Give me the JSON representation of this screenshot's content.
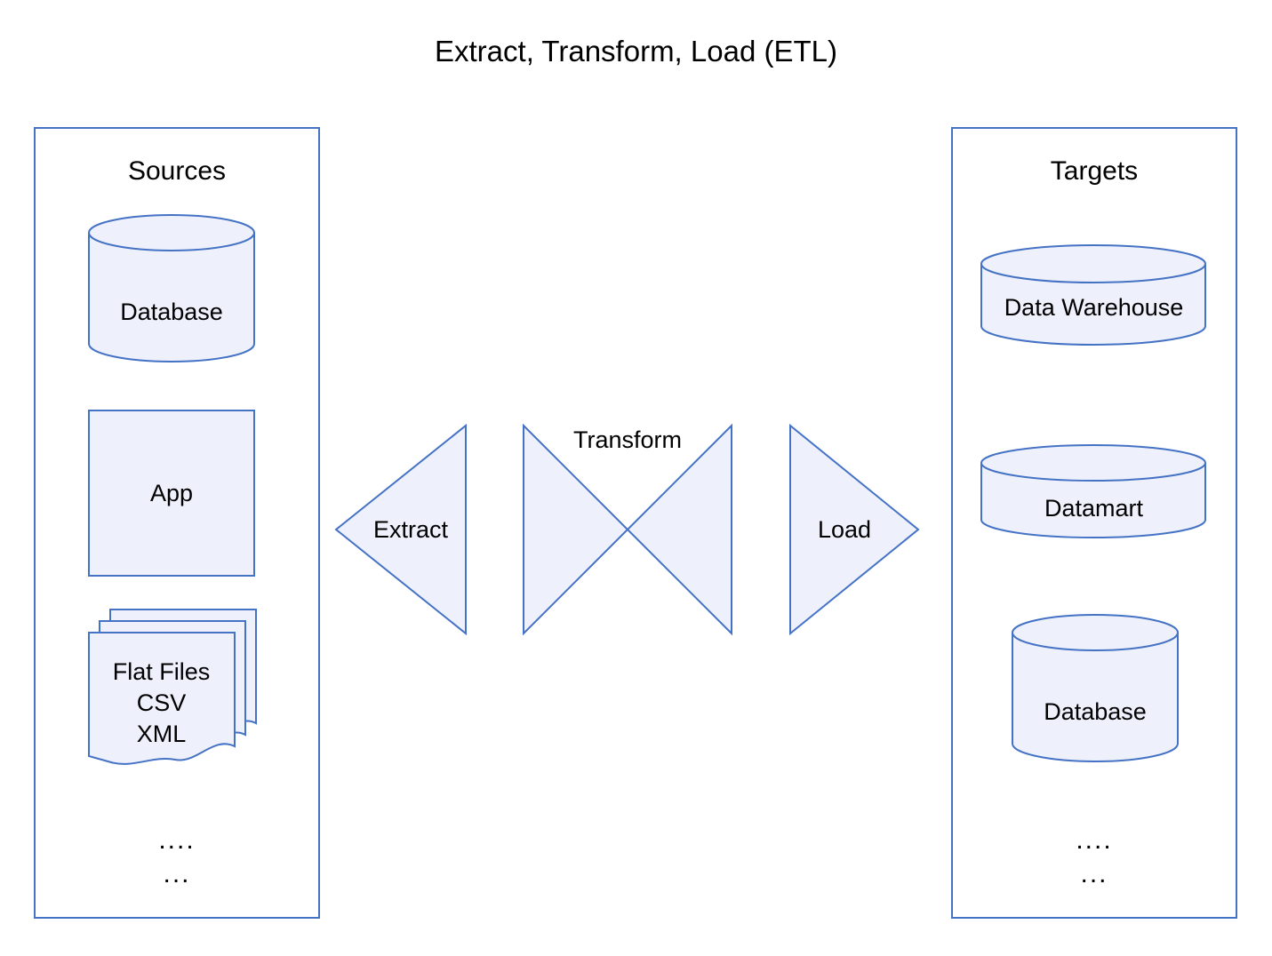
{
  "title": "Extract, Transform, Load (ETL)",
  "colors": {
    "shape_fill": "#eef0fc",
    "shape_stroke": "#4472c4",
    "panel_stroke": "#4472c4",
    "text": "#000000",
    "background": "#ffffff"
  },
  "sources": {
    "title": "Sources",
    "items": [
      {
        "label": "Database",
        "shape": "cylinder"
      },
      {
        "label": "App",
        "shape": "rectangle"
      },
      {
        "label": "Flat Files\nCSV\nXML",
        "line1": "Flat Files",
        "line2": "CSV",
        "line3": "XML",
        "shape": "document-stack"
      }
    ],
    "ellipsis_line1": "....",
    "ellipsis_line2": "..."
  },
  "process": {
    "steps": [
      {
        "label": "Extract",
        "shape": "triangle-left"
      },
      {
        "label": "Transform",
        "shape": "bowtie"
      },
      {
        "label": "Load",
        "shape": "triangle-right"
      }
    ]
  },
  "targets": {
    "title": "Targets",
    "items": [
      {
        "label": "Data Warehouse",
        "shape": "cylinder"
      },
      {
        "label": "Datamart",
        "shape": "cylinder"
      },
      {
        "label": "Database",
        "shape": "cylinder"
      }
    ],
    "ellipsis_line1": "....",
    "ellipsis_line2": "..."
  }
}
